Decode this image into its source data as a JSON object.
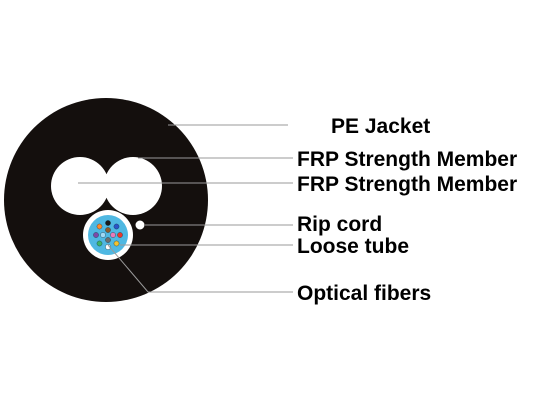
{
  "labels": {
    "pe_jacket": "PE Jacket",
    "frp_member_1": "FRP Strength Member",
    "frp_member_2": "FRP Strength Member",
    "rip_cord": "Rip cord",
    "loose_tube": "Loose tube",
    "optical_fibers": "Optical fibers"
  },
  "colors": {
    "jacket": "#140f0d",
    "strength_member": "#ffffff",
    "loose_tube_gel": "#4fb8e2",
    "leader_line": "#9a9a9a",
    "text": "#000000",
    "fibers": [
      "#1a1a1a",
      "#2a55c8",
      "#e8392c",
      "#f2c230",
      "#ffffff",
      "#3bb36a",
      "#7b4aa8",
      "#ff8a2a",
      "#8c5a2b",
      "#e87ab8",
      "#6e6e6e",
      "#9fd9f5"
    ]
  }
}
